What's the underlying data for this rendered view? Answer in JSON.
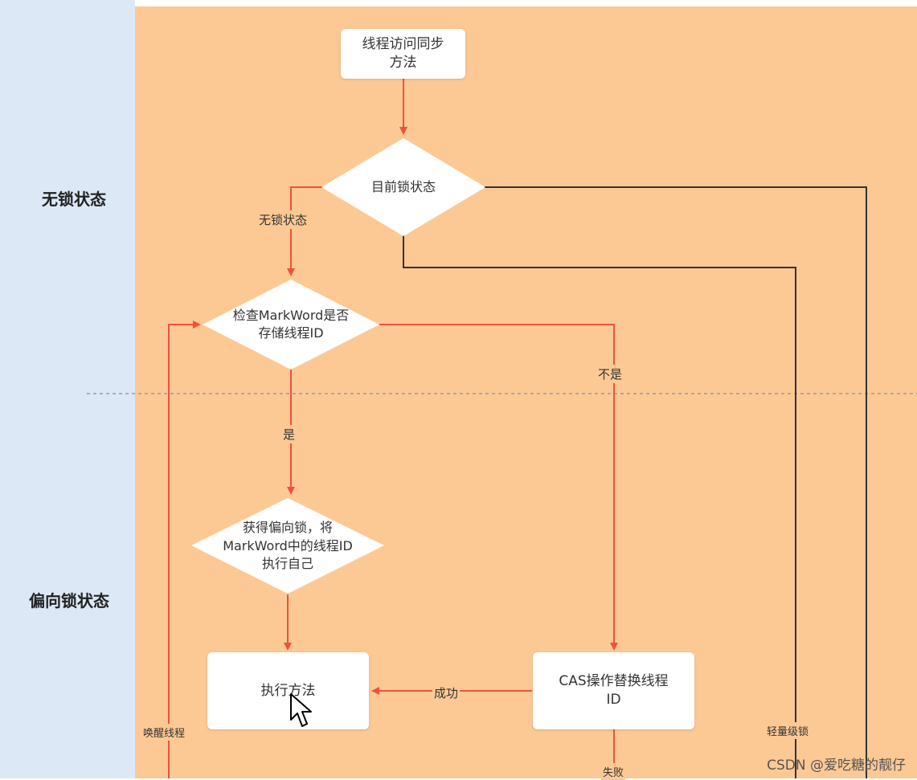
{
  "lanes": {
    "no_lock": "无锁状态",
    "biased": "偏向锁状态"
  },
  "nodes": {
    "start": "线程访问同步\n方法",
    "current_state": "目前锁状态",
    "check_markword": "检查MarkWord是否\n存储线程ID",
    "acquire_biased": "获得偏向锁，将\nMarkWord中的线程ID\n执行自己",
    "execute_method": "执行方法",
    "cas_replace": "CAS操作替换线程\nID"
  },
  "edges": {
    "no_lock": "无锁状态",
    "yes": "是",
    "no": "不是",
    "success": "成功",
    "wake_thread": "唤醒线程",
    "lightweight": "轻量级锁",
    "fail": "失败"
  },
  "watermark": "CSDN @爱吃糖的靓仔",
  "colors": {
    "arrow": "#f0513a",
    "line": "#333333",
    "canvas": "#fcc995",
    "lane": "#dde8f6"
  }
}
